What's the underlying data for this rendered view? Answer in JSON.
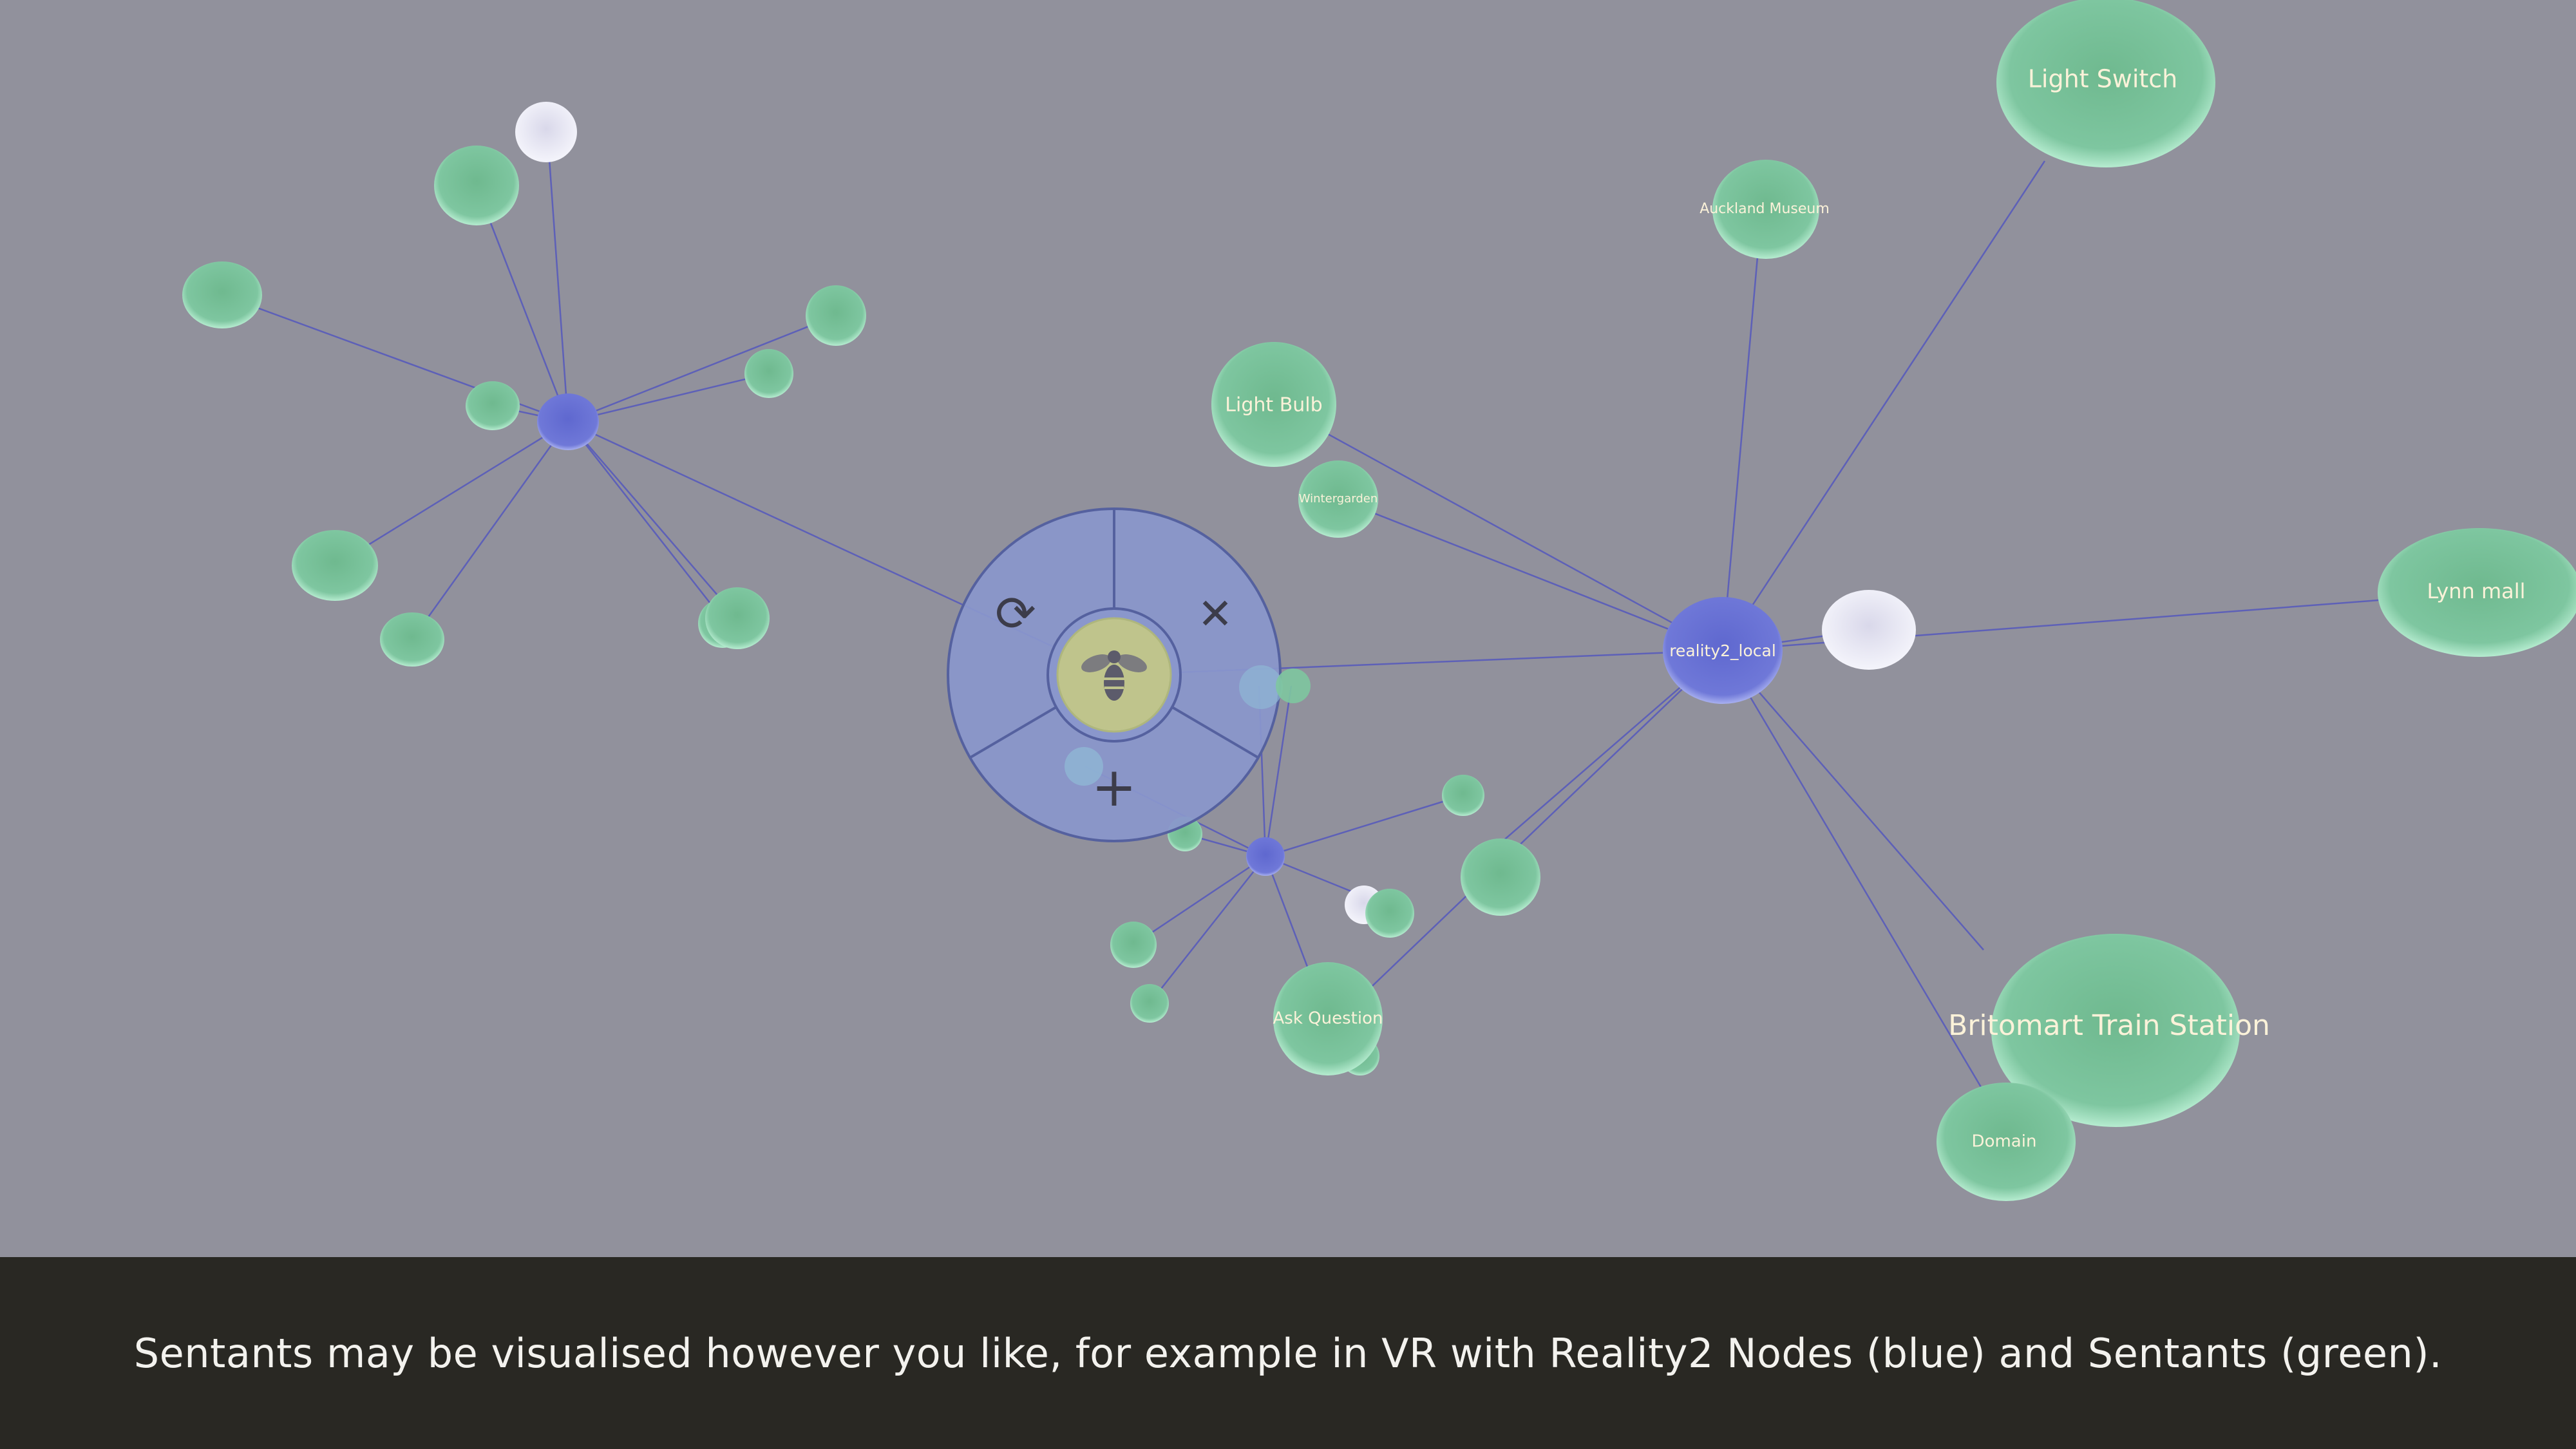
{
  "caption": "Sentants may be visualised however you like, for example in VR with Reality2 Nodes (blue) and Sentants (green).",
  "colors": {
    "background": "#91919c",
    "node_blue": "#6f78d8",
    "sentant_green": "#7ec6a0",
    "ghost_white": "#e4e3f1",
    "link": "#5d60b8",
    "menu_fill": "#8a97cc",
    "menu_center": "#bfc48c",
    "caption_bar": "#292823",
    "label": "#fbf2d9"
  },
  "nodes": [
    {
      "id": "reality2_local",
      "label": "reality2_local"
    },
    {
      "id": "hub_left",
      "label": ""
    },
    {
      "id": "hub_bottom",
      "label": ""
    }
  ],
  "sentants": [
    {
      "id": "light_switch",
      "label": "Light Switch"
    },
    {
      "id": "auckland_museum",
      "label": "Auckland Museum"
    },
    {
      "id": "light_bulb",
      "label": "Light Bulb"
    },
    {
      "id": "wintergarden",
      "label": "Wintergarden"
    },
    {
      "id": "lynn_mall",
      "label": "Lynn mall"
    },
    {
      "id": "britomart",
      "label": "Britomart Train Station"
    },
    {
      "id": "domain",
      "label": "Domain"
    },
    {
      "id": "ask_question",
      "label": "Ask Question"
    }
  ],
  "menu": {
    "center_icon": "bee-icon",
    "actions": [
      {
        "id": "refresh",
        "icon": "refresh-icon",
        "glyph": "⟳"
      },
      {
        "id": "close",
        "icon": "close-icon",
        "glyph": "✕"
      },
      {
        "id": "add",
        "icon": "plus-icon",
        "glyph": "+"
      }
    ]
  }
}
